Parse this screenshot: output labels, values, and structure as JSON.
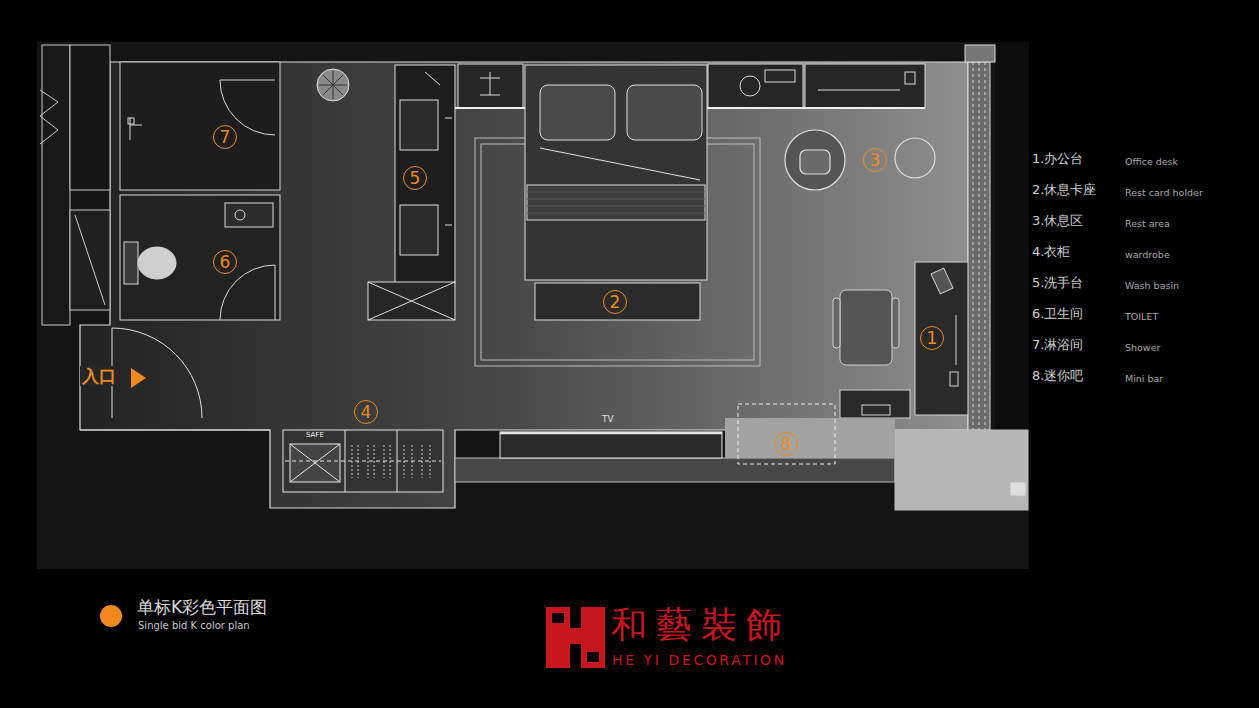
{
  "diagram": {
    "title": "单标K彩色平面图",
    "nodes": [
      {
        "text": [
          "7"
        ]
      },
      {
        "text": [
          "3"
        ]
      },
      {
        "text": [
          "5"
        ]
      },
      {
        "text": [
          "6"
        ]
      },
      {
        "text": [
          "2"
        ]
      },
      {
        "text": [
          "1"
        ]
      },
      {
        "text": [
          "4"
        ]
      },
      {
        "text": [
          "8"
        ]
      }
    ],
    "labels": [
      "1.办公台",
      "Office desk",
      "2.休息卡座",
      "Rest card holder",
      "3.休息区",
      "Rest area",
      "4.衣柜",
      "wardrobe",
      "5.洗手台",
      "Wash basin",
      "6.卫生间",
      "TOILET",
      "7.淋浴间",
      "Shower",
      "8.迷你吧",
      "Mini bar",
      "入口",
      "SAFE",
      "TV",
      "Single bid K color plan",
      "和藝裝飾",
      "HE YI DECORATION"
    ]
  }
}
